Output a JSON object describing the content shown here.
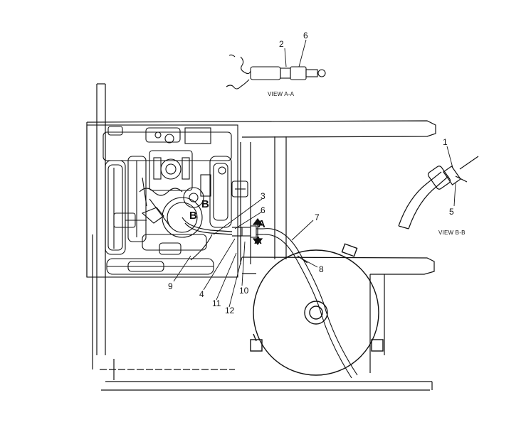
{
  "callouts": {
    "c1": "1",
    "c2": "2",
    "c3": "3",
    "c4": "4",
    "c5": "5",
    "c6a": "6",
    "c6b": "6",
    "c7": "7",
    "c8": "8",
    "c9": "9",
    "c10": "10",
    "c11": "11",
    "c12": "12"
  },
  "section_marks": {
    "a_top": "A",
    "a_bottom": "A",
    "b_left": "B",
    "b_right": "B"
  },
  "views": {
    "view_a": "VIEW A-A",
    "view_b": "VIEW B-B"
  }
}
